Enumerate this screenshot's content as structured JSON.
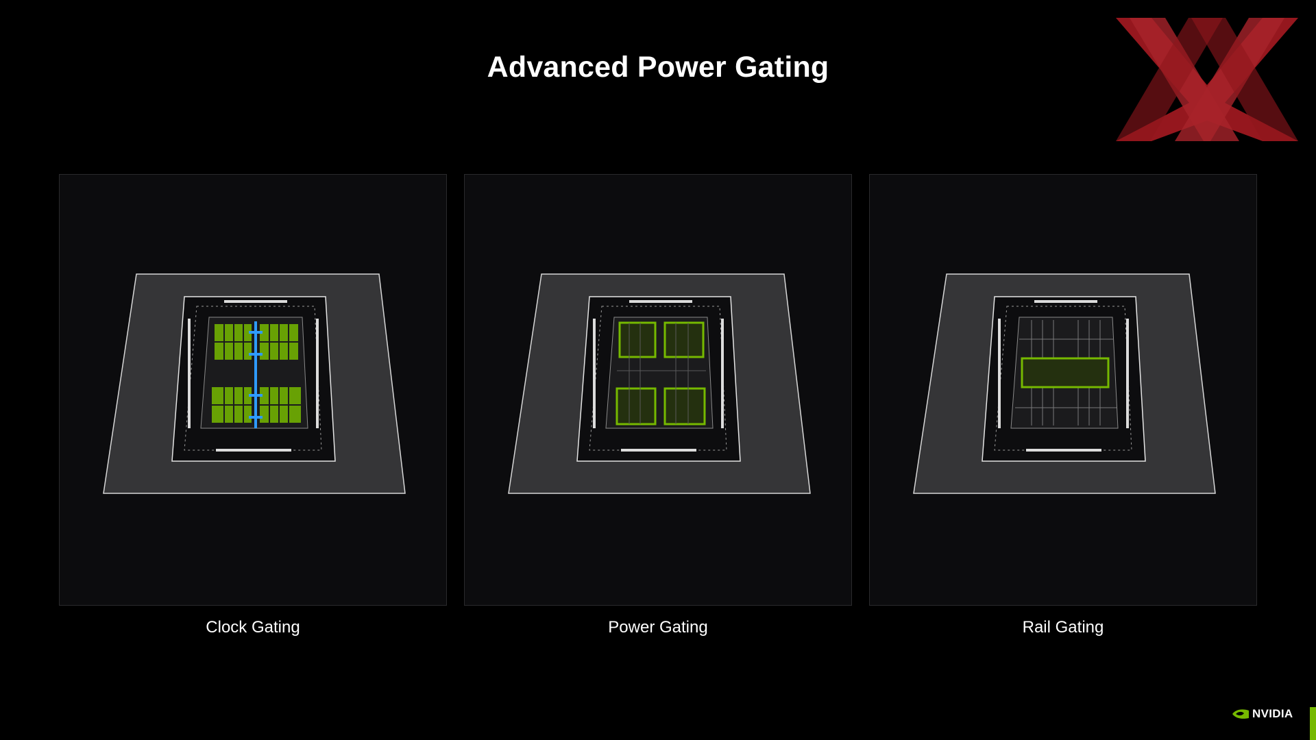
{
  "slide": {
    "title": "Advanced Power Gating"
  },
  "panels": [
    {
      "caption": "Clock Gating",
      "highlight": "clock-tree-and-sm-blocks"
    },
    {
      "caption": "Power Gating",
      "highlight": "four-gpc-blocks"
    },
    {
      "caption": "Rail Gating",
      "highlight": "center-band"
    }
  ],
  "branding": {
    "logo_text": "NVIDIA",
    "watermark": "XX"
  },
  "colors": {
    "background": "#000000",
    "panel": "#0c0c0e",
    "substrate": "#353537",
    "highlight_green": "#76b900",
    "clock_blue": "#2e9bff",
    "watermark_red": "#c0202a"
  }
}
